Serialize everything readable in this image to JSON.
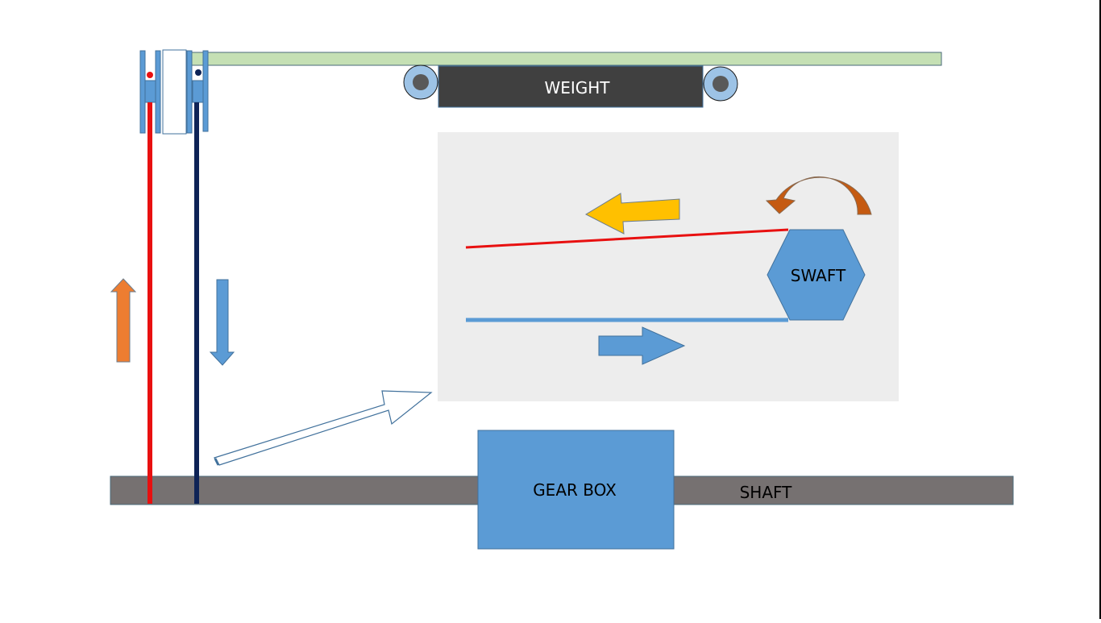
{
  "diagram": {
    "labels": {
      "weight": "WEIGHT",
      "swaft": "SWAFT",
      "gear_box": "GEAR BOX",
      "shaft": "SHAFT"
    },
    "colors": {
      "background": "#ffffff",
      "inset_panel": "#ededed",
      "weight_block": "#404040",
      "weight_text": "#ffffff",
      "top_rail": "#c5e0b4",
      "rail_border": "#4a6a7a",
      "roller_outer": "#9dc3e6",
      "roller_inner": "#595959",
      "blue_shape": "#5b9bd5",
      "blue_border": "#41719c",
      "shaft_bar": "#767171",
      "red_belt": "#e81010",
      "navy_belt": "#0e2356",
      "orange_arrow": "#ed7d31",
      "yellow_arrow": "#ffc000",
      "brown_curved_arrow": "#c55a11",
      "outline_arrow_border": "#41719c",
      "label_text": "#000000"
    }
  }
}
